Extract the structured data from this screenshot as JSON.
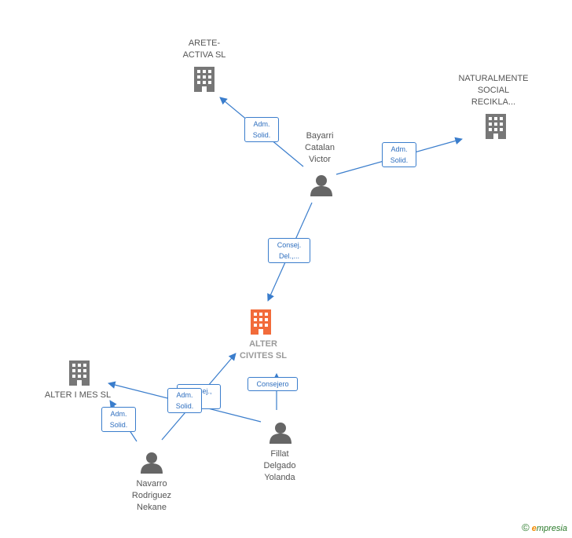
{
  "colors": {
    "edge": "#3a7dcc",
    "company": "#777777",
    "main_company": "#f26b3a",
    "person": "#666666"
  },
  "nodes": {
    "arete": {
      "label": "ARETE-\nACTIVA SL",
      "icon": "building-icon"
    },
    "naturalmente": {
      "label": "NATURALMENTE\nSOCIAL\nRECIKLA...",
      "icon": "building-icon"
    },
    "bayarri": {
      "label": "Bayarri\nCatalan\nVictor",
      "icon": "person-icon"
    },
    "alter_civites": {
      "label": "ALTER\nCIVITES SL",
      "icon": "building-icon"
    },
    "alter_imes": {
      "label": "ALTER I MES SL",
      "icon": "building-icon"
    },
    "fillat": {
      "label": "Fillat\nDelgado\nYolanda",
      "icon": "person-icon"
    },
    "navarro": {
      "label": "Navarro\nRodriguez\nNekane",
      "icon": "person-icon"
    }
  },
  "relations": {
    "r1": "Adm.\nSolid.",
    "r2": "Adm.\nSolid.",
    "r3": "Consej.\nDel.,...",
    "r4": "Consejero",
    "r5": "Consej.,\n...",
    "r6": "Adm.\nSolid.",
    "r7": "Adm.\nSolid."
  },
  "watermark": {
    "symbol": "©",
    "brand_initial": "e",
    "brand_rest": "mpresia"
  }
}
